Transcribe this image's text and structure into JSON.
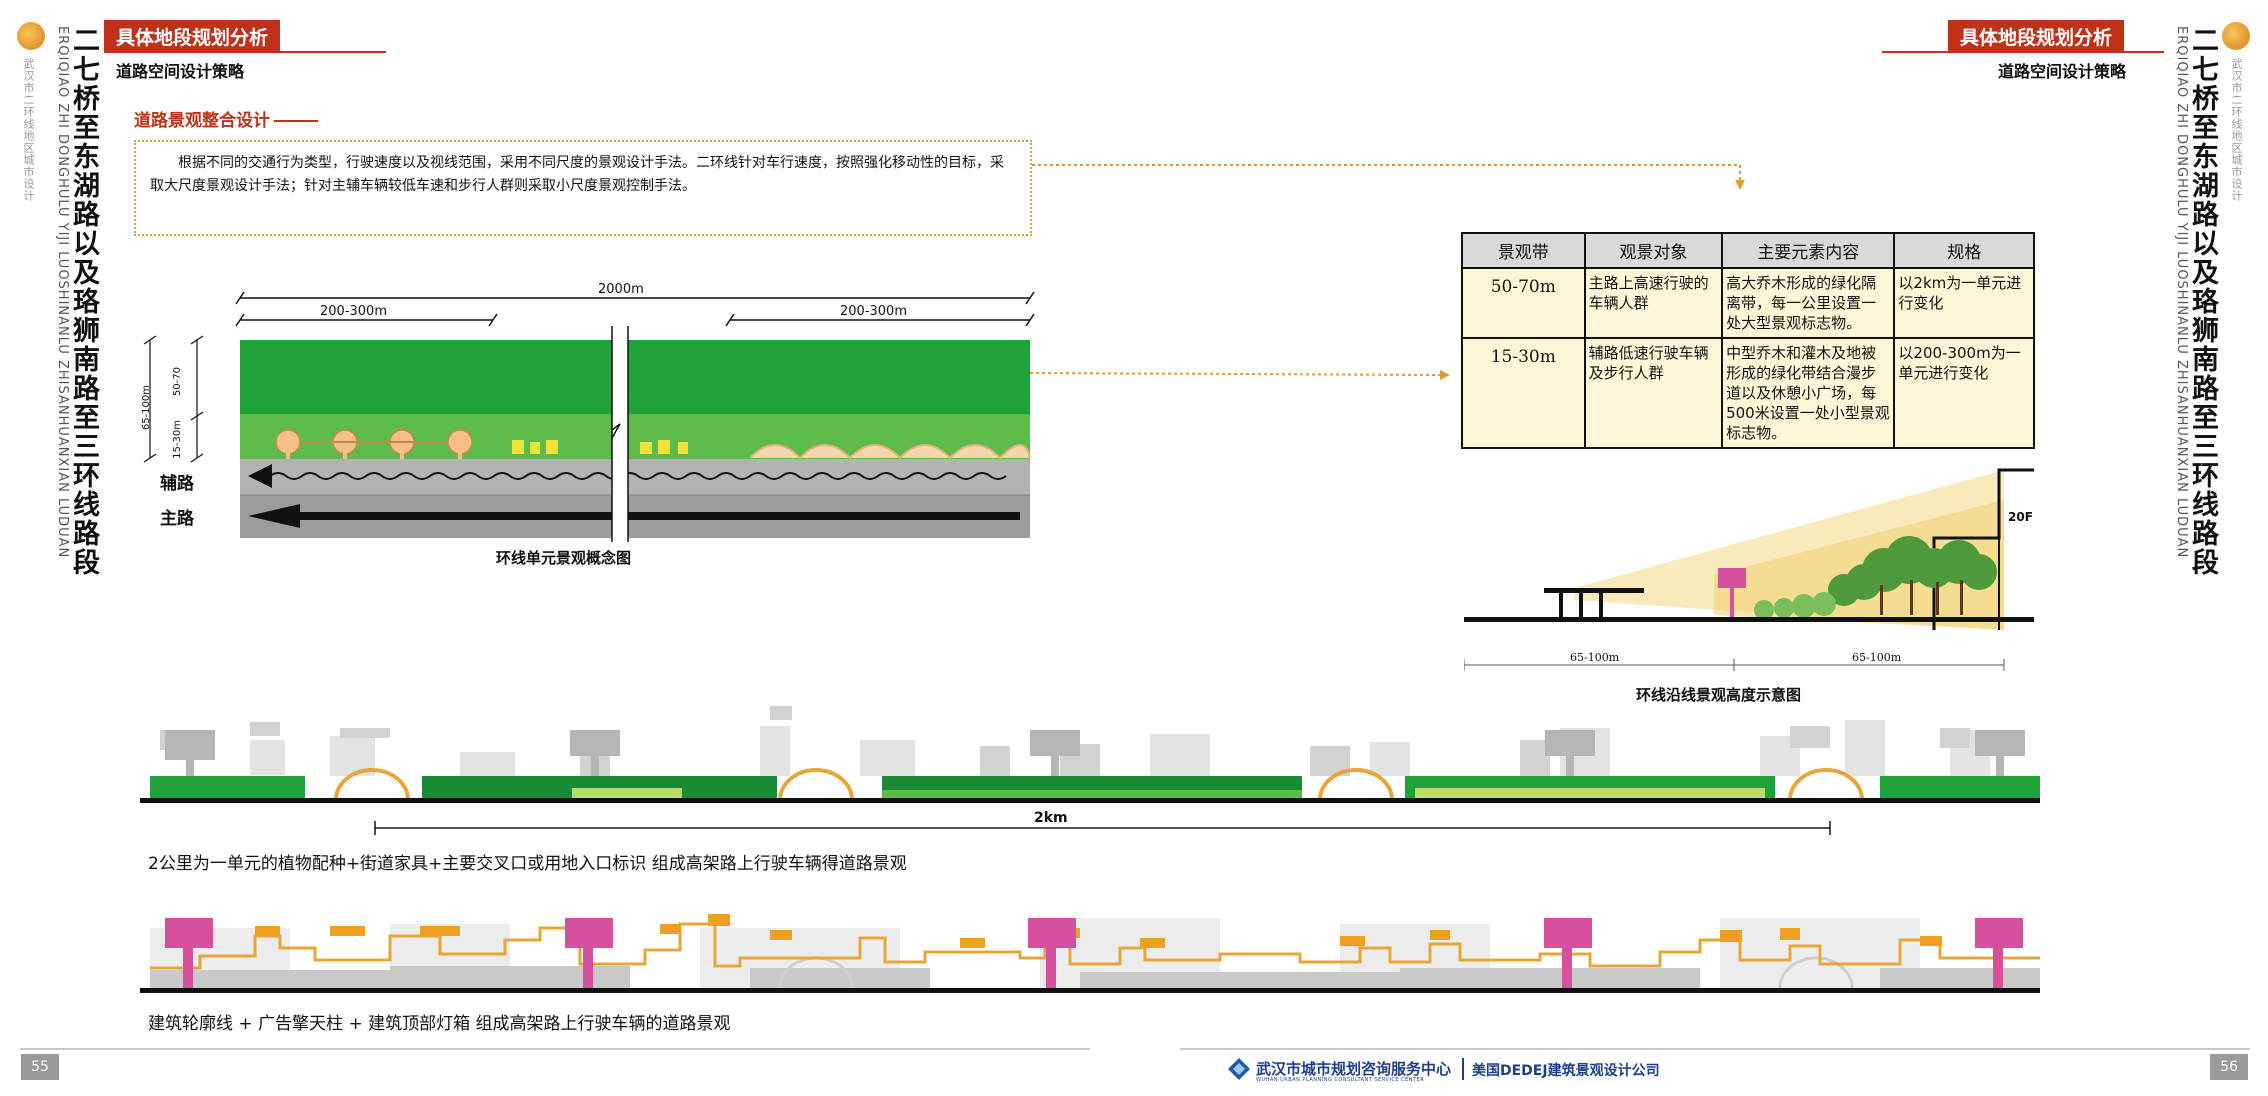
{
  "left_header": {
    "section_tab": "具体地段规划分析",
    "subtitle": "道路空间设计策略",
    "vertical_title": "二七桥至东湖路以及珞狮南路至三环线路段",
    "vertical_pinyin": "ERQIQIAO ZHI DONGHULU YIJI LUOSHINANLU ZHISANHUANXIAN LUDUAN",
    "vertical_org": "武汉市二环线地区城市设计"
  },
  "right_header": {
    "section_tab": "具体地段规划分析",
    "subtitle": "道路空间设计策略",
    "vertical_title": "二七桥至东湖路以及珞狮南路至三环线路段",
    "vertical_pinyin": "ERQIQIAO ZHI DONGHULU YIJI LUOSHINANLU ZHISANHUANXIAN LUDUAN",
    "vertical_org": "武汉市二环线地区城市设计"
  },
  "section": {
    "title": "道路景观整合设计",
    "description": "根据不同的交通行为类型，行驶速度以及视线范围，采用不同尺度的景观设计手法。二环线针对车行速度，按照强化移动性的目标，采取大尺度景观设计手法；针对主辅车辆较低车速和步行人群则采取小尺度景观控制手法。"
  },
  "unit_diagram": {
    "total_label": "2000m",
    "left_span_label": "200-300m",
    "right_span_label": "200-300m",
    "depth_total_label": "65-100m",
    "depth_upper_label": "50-70",
    "depth_lower_label": "15-30m",
    "aux_road_label": "辅路",
    "main_road_label": "主路",
    "caption": "环线单元景观概念图"
  },
  "table": {
    "headers": [
      "景观带",
      "观景对象",
      "主要元素内容",
      "规格"
    ],
    "rows": [
      [
        "50-70m",
        "主路上高速行驶的车辆人群",
        "高大乔木形成的绿化隔离带，每一公里设置一处大型景观标志物。",
        "以2km为一单元进行变化"
      ],
      [
        "15-30m",
        "辅路低速行驶车辆及步行人群",
        "中型乔木和灌木及地被形成的绿化带结合漫步道以及休憩小广场，每500米设置一处小型景观标志物。",
        "以200-300m为一单元进行变化"
      ]
    ]
  },
  "section_diagram": {
    "building_label": "20F",
    "left_dim": "65-100m",
    "right_dim": "65-100m",
    "caption": "环线沿线景观高度示意图"
  },
  "elevation1": {
    "span_label": "2km",
    "caption": "2公里为一单元的植物配种+街道家具+主要交叉口或用地入口标识 组成高架路上行驶车辆得道路景观"
  },
  "elevation2": {
    "caption": "建筑轮廓线 + 广告擎天柱 + 建筑顶部灯箱 组成高架路上行驶车辆的道路景观"
  },
  "footer": {
    "page_left": "55",
    "page_right": "56",
    "org1": "武汉市城市规划咨询服务中心",
    "org1_en": "WUHAN URBAN PLANNING CONSULTANT SERVICE CENTER",
    "org2": "美国DEDEJ建筑景观设计公司"
  },
  "colors": {
    "accent_red": "#c0311a",
    "dotted_orange": "#e39a2e",
    "green_dark": "#1fa23a",
    "green_light": "#5dbb4a",
    "road_gray": "#a9a9a9",
    "billboard_magenta": "#d6509e",
    "lamp_orange": "#f0a020"
  }
}
